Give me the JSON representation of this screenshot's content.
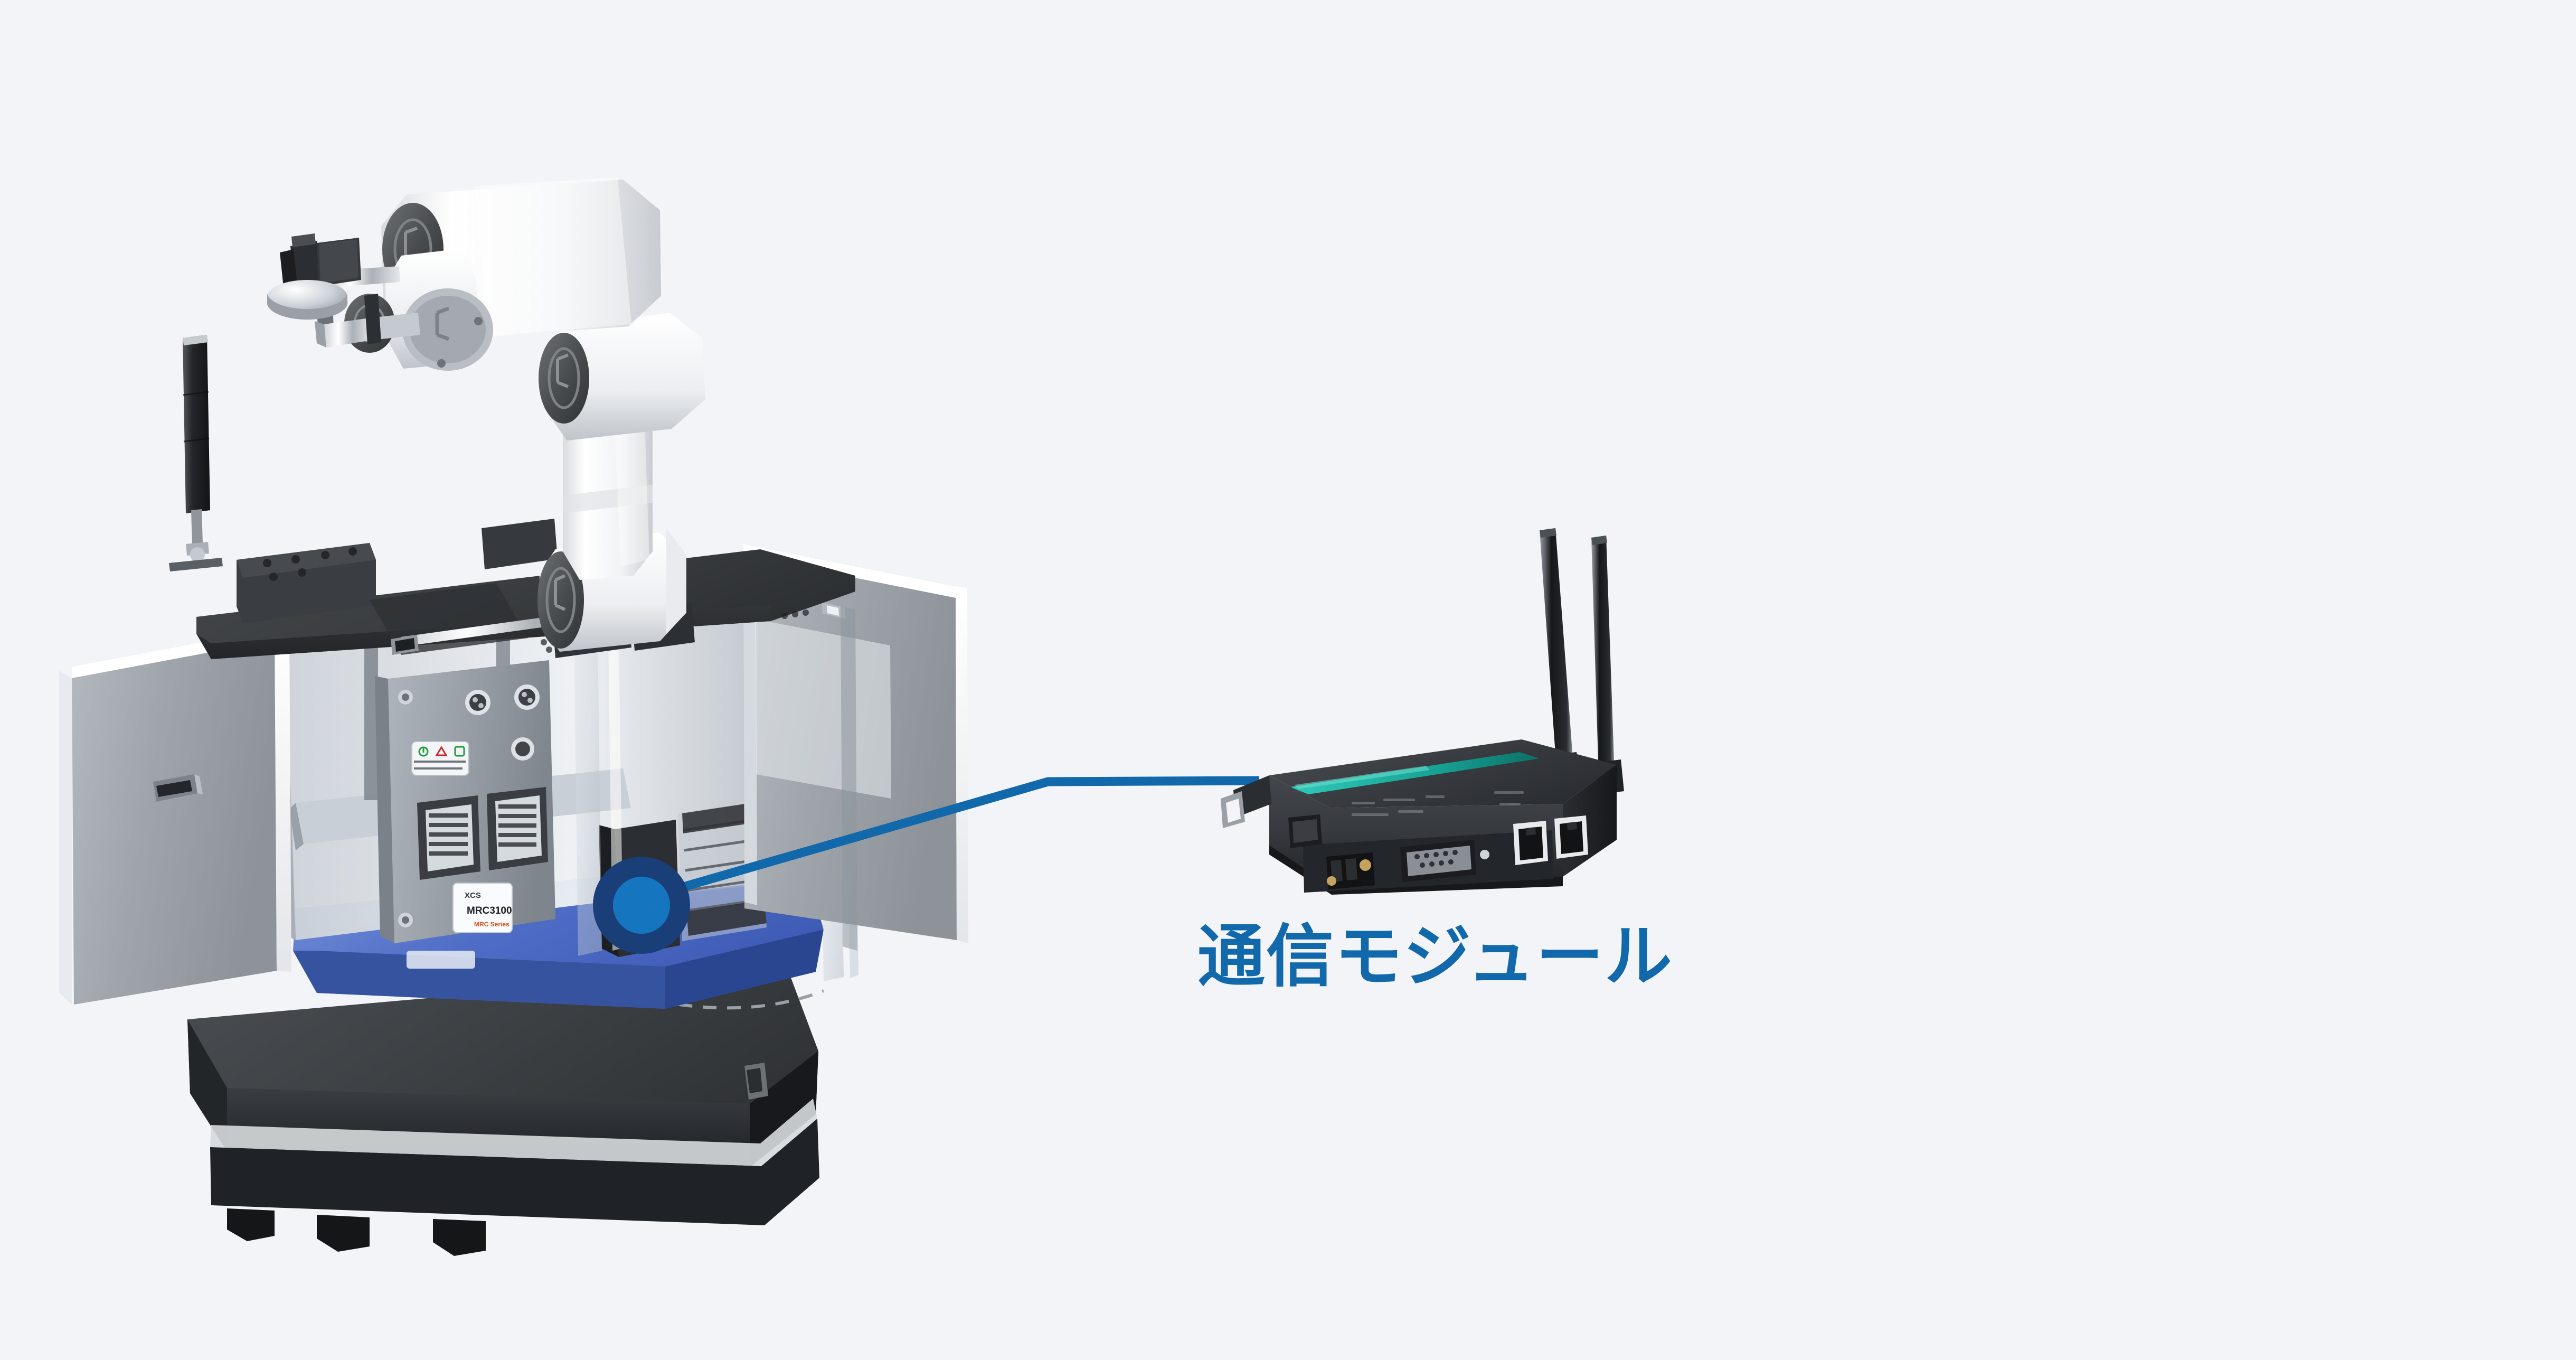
{
  "scene": {
    "background_color": "#f2f4f8",
    "kind": "3d-product-exploded-render"
  },
  "callout": {
    "label": "通信モジュール",
    "label_color": "#1168ab",
    "line_color": "#1168ab",
    "marker": {
      "name": "callout-dot",
      "inner_color": "#1576bf",
      "ring_color": "#1a3f78"
    }
  },
  "robot": {
    "arm": {
      "name": "collaborative-robot-arm",
      "body_color": "#ffffff",
      "joint_cap_color": "#5a5c5f",
      "end_effector": "camera-and-gripper"
    },
    "deck": {
      "name": "top-deck-plate",
      "color": "#3b3d40"
    },
    "signal_tower": {
      "name": "signal-tower",
      "color": "#222426"
    },
    "controller": {
      "name": "robot-controller",
      "model_label": "MRC3100",
      "series_label": "MRC Series",
      "brand_label": "XCS",
      "body_color": "#9da3aa"
    },
    "cabinet": {
      "name": "equipment-cabinet",
      "frame_color": "#b9bfc6",
      "door_panel_color": "#9aa0a6",
      "glass_color": "#cfd6de"
    },
    "platform": {
      "name": "blue-platform-plate",
      "color": "#3f62b8"
    },
    "agv_base": {
      "name": "agv-mobile-base",
      "color": "#2a2c2f",
      "trim_color": "#d8dbe0"
    },
    "comm_module_slot": {
      "name": "comm-module-bay",
      "color": "#2d2f33"
    }
  },
  "module": {
    "name": "communication-module",
    "body_color": "#33363a",
    "accent_color": "#1aa89a",
    "antenna_color": "#1b1d1f",
    "ports": [
      {
        "name": "rj45-port-1",
        "type": "ethernet"
      },
      {
        "name": "rj45-port-2",
        "type": "ethernet"
      },
      {
        "name": "serial-port",
        "type": "db9"
      },
      {
        "name": "power-terminal",
        "type": "terminal-block"
      }
    ],
    "antennas": 2
  }
}
